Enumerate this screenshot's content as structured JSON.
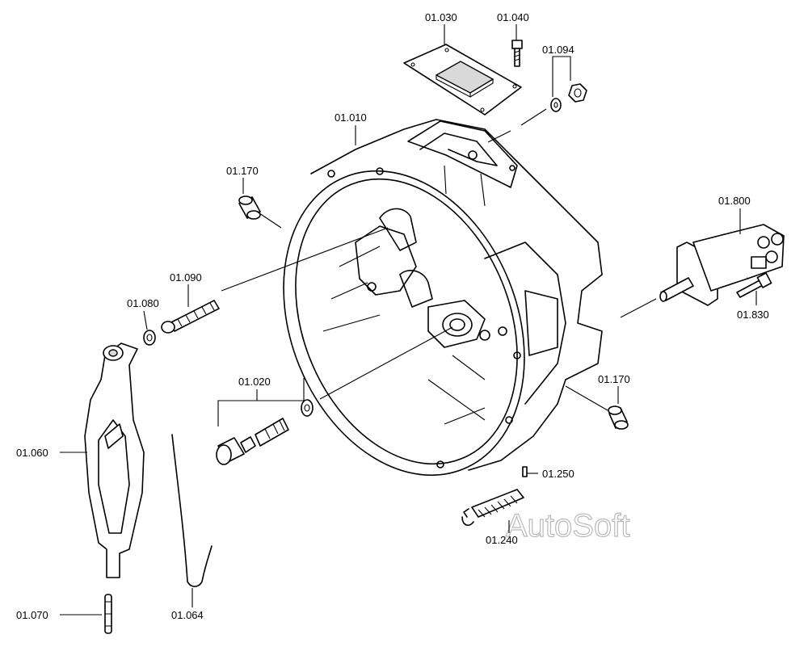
{
  "parts": [
    {
      "id": "p01010",
      "label": "01.010"
    },
    {
      "id": "p01030",
      "label": "01.030"
    },
    {
      "id": "p01040",
      "label": "01.040"
    },
    {
      "id": "p01094",
      "label": "01.094"
    },
    {
      "id": "p01170a",
      "label": "01.170"
    },
    {
      "id": "p01170b",
      "label": "01.170"
    },
    {
      "id": "p01800",
      "label": "01.800"
    },
    {
      "id": "p01830",
      "label": "01.830"
    },
    {
      "id": "p01090",
      "label": "01.090"
    },
    {
      "id": "p01080",
      "label": "01.080"
    },
    {
      "id": "p01020",
      "label": "01.020"
    },
    {
      "id": "p01060",
      "label": "01.060"
    },
    {
      "id": "p01070",
      "label": "01.070"
    },
    {
      "id": "p01064",
      "label": "01.064"
    },
    {
      "id": "p01250",
      "label": "01.250"
    },
    {
      "id": "p01240",
      "label": "01.240"
    }
  ],
  "watermark": "AutoSoft"
}
